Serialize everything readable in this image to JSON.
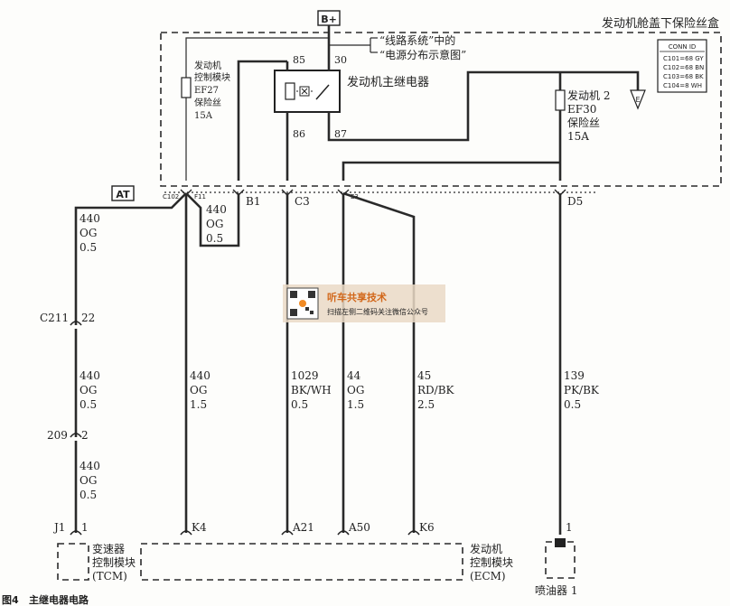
{
  "b_plus": "B+",
  "fuse_box_title": "发动机舱盖下保险丝盒",
  "ref_note_1": "“线路系统”中的",
  "ref_note_2": "“电源分布示意图”",
  "conn_id": {
    "title": "CONN ID",
    "rows": [
      "C101=68 GY",
      "C102=68 BN",
      "C103=68 BK",
      "C104=8 WH"
    ]
  },
  "fuse_ef27": {
    "lines": [
      "发动机",
      "控制模块",
      "EF27",
      "保险丝",
      "15A"
    ]
  },
  "fuse_ef30": {
    "lines": [
      "发动机 2",
      "EF30",
      "保险丝",
      "15A"
    ]
  },
  "relay": {
    "label": "发动机主继电器",
    "pins": {
      "p85": "85",
      "p30": "30",
      "p86": "86",
      "p87": "87"
    }
  },
  "ground_label": "E",
  "at_badge": "AT",
  "connector_row": {
    "c102": "C102",
    "f11": "F11",
    "b1": "B1",
    "c3": "C3",
    "e3": "E3",
    "d5": "D5"
  },
  "wires": {
    "w_left_top": [
      "440",
      "OG",
      "0.5"
    ],
    "w_f11_loop": [
      "440",
      "OG",
      "0.5"
    ],
    "w_left_mid": [
      "440",
      "OG",
      "0.5"
    ],
    "w_left_bot": [
      "440",
      "OG",
      "0.5"
    ],
    "w_k4": [
      "440",
      "OG",
      "1.5"
    ],
    "w_a21": [
      "1029",
      "BK/WH",
      "0.5"
    ],
    "w_a50": [
      "44",
      "OG",
      "1.5"
    ],
    "w_k6": [
      "45",
      "RD/BK",
      "2.5"
    ],
    "w_d5": [
      "139",
      "PK/BK",
      "0.5"
    ]
  },
  "inline_connectors": {
    "c211": "C211",
    "c211_pin": "22",
    "c209": "209",
    "c209_pin": "2"
  },
  "bottom_pins": {
    "j1": "J1",
    "j1_pin": "1",
    "k4": "K4",
    "a21": "A21",
    "a50": "A50",
    "k6": "K6",
    "inj_pin": "1"
  },
  "tcm": {
    "lines": [
      "变速器",
      "控制模块",
      "(TCM)"
    ]
  },
  "ecm": {
    "lines": [
      "发动机",
      "控制模块",
      "(ECM)"
    ]
  },
  "injector": "喷油器 1",
  "watermark": {
    "title": "听车共享技术",
    "subtitle": "扫描左侧二维码关注微信公众号"
  },
  "caption": {
    "number": "图4",
    "text": "主继电器电路"
  }
}
